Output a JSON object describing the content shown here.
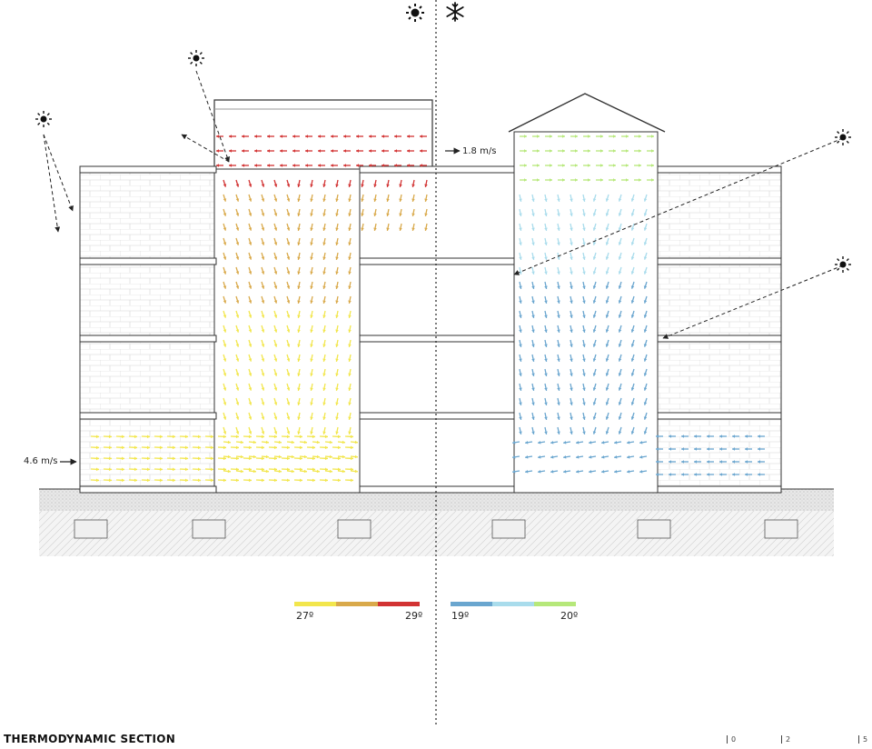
{
  "title": "THERMODYNAMIC SECTION",
  "labels": {
    "roof_wind": "1.8 m/s",
    "ground_wind": "4.6 m/s"
  },
  "legend": {
    "warm": {
      "min_label": "27º",
      "max_label": "29º",
      "colors": [
        "#f2e64c",
        "#d9a94a",
        "#d23333"
      ]
    },
    "cool": {
      "min_label": "19º",
      "max_label": "20º",
      "colors": [
        "#6aa6cf",
        "#a9dcec",
        "#b6e87a"
      ]
    }
  },
  "icons": {
    "summer": "sun-icon",
    "winter": "snowflake-icon"
  },
  "scale_bar": [
    "0",
    "2",
    "5"
  ],
  "colors": {
    "warm_arrows": "#e06a2c",
    "cool_arrows": "#5aa7d6",
    "lines": "#333333"
  }
}
